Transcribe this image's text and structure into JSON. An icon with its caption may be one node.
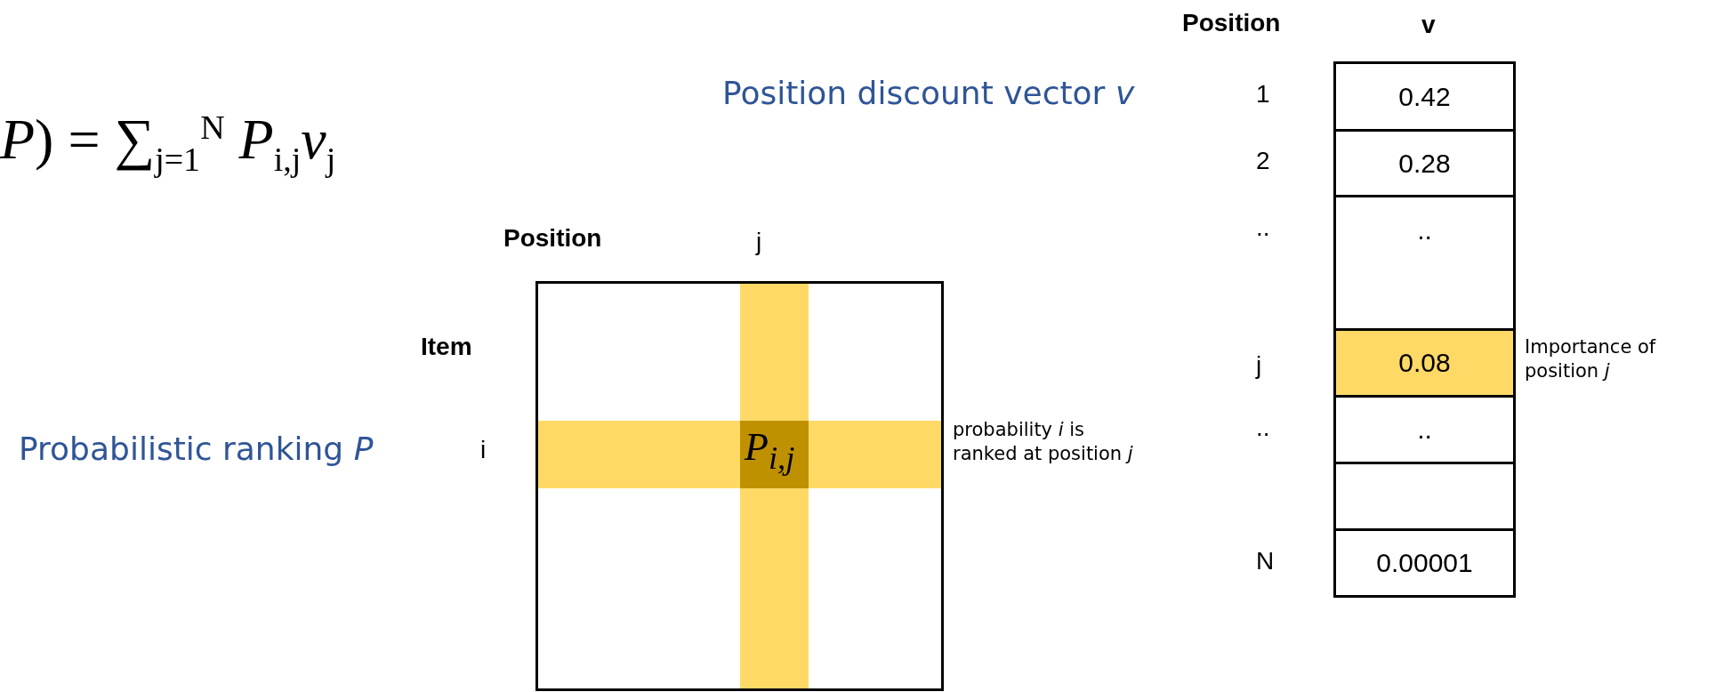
{
  "diagram": {
    "nodes": [
      {
        "text": [
          "P$_{i,j}$"
        ],
        "beside": [
          "probability *i* is ranked at position *j*"
        ]
      },
      {
        "text": [
          "0.42"
        ]
      },
      {
        "text": [
          "0.28"
        ]
      },
      {
        "text": [
          ".."
        ]
      },
      {
        "text": [
          "0.08"
        ],
        "beside": [
          "Importance of position *j*"
        ]
      },
      {
        "text": [
          ".."
        ]
      },
      {
        "text": [],
        "shape": "box"
      },
      {
        "text": [
          "0.00001"
        ]
      }
    ],
    "edges": [],
    "labels": [
      "Position",
      "v",
      "Position discount vector *v*",
      "1",
      "2",
      "..",
      "*P*) = ∑$_{j=1}$$^{N}$ *P*$_{i,j}$*v*$_{j}$",
      "Position",
      "j",
      "Item",
      "j",
      "Probabilistic ranking *P*",
      "i",
      "..",
      "N"
    ]
  }
}
